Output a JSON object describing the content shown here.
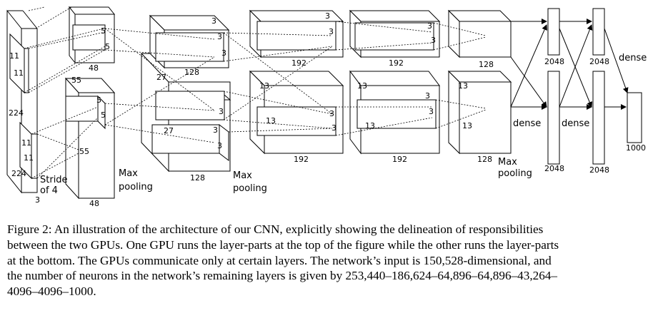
{
  "diagram": {
    "labels": {
      "in_224_left": "224",
      "in_224_bottom": "224",
      "in_3": "3",
      "k11_a": "11",
      "k11_b": "11",
      "k11_c": "11",
      "k11_d": "11",
      "stride": "Stride",
      "of4": "of 4",
      "c1_55_top": "55",
      "c1_55_bot": "55",
      "c1_48_top": "48",
      "c1_48_bot": "48",
      "k5_a": "5",
      "k5_b": "5",
      "k5_c": "5",
      "k5_d": "5",
      "c2_27_top": "27",
      "c2_27_bot": "27",
      "c2_128_top": "128",
      "c2_128_bot": "128",
      "k3_c2a": "3",
      "k3_c2b": "3",
      "k3_c2c": "3",
      "k3_c2d": "3",
      "k3_c2e": "3",
      "k3_c2f": "3",
      "c3_13_top": "13",
      "c3_13_bot": "13",
      "c3_192_top": "192",
      "c3_192_bot": "192",
      "k3_c3a": "3",
      "k3_c3b": "3",
      "k3_c3c": "3",
      "k3_c3d": "3",
      "c4_13_top": "13",
      "c4_13_bot": "13",
      "c4_192_top": "192",
      "c4_192_bot": "192",
      "k3_c4a": "3",
      "k3_c4b": "3",
      "k3_c4c": "3",
      "k3_c4d": "3",
      "c5_13_top": "13",
      "c5_13_bot": "13",
      "c5_128_top": "128",
      "c5_128_bot": "128",
      "maxpool1_a": "Max",
      "maxpool1_b": "pooling",
      "maxpool2_a": "Max",
      "maxpool2_b": "pooling",
      "maxpool3_a": "Max",
      "maxpool3_b": "pooling",
      "fc_2048_a": "2048",
      "fc_2048_b": "2048",
      "fc_2048_c": "2048",
      "fc_2048_d": "2048",
      "dense_a": "dense",
      "dense_b": "dense",
      "dense_c": "dense",
      "out_1000": "1000"
    }
  },
  "caption": {
    "lines": [
      "Figure 2:  An illustration of the architecture of our CNN, explicitly showing the delineation of responsibilities",
      "between the two GPUs. One GPU runs the layer-parts at the top of the figure while the other runs the layer-parts",
      "at the bottom. The GPUs communicate only at certain layers. The network’s input is 150,528-dimensional, and",
      "the number of neurons in the network’s remaining layers is given by 253,440–186,624–64,896–64,896–43,264–",
      "4096–4096–1000."
    ]
  }
}
